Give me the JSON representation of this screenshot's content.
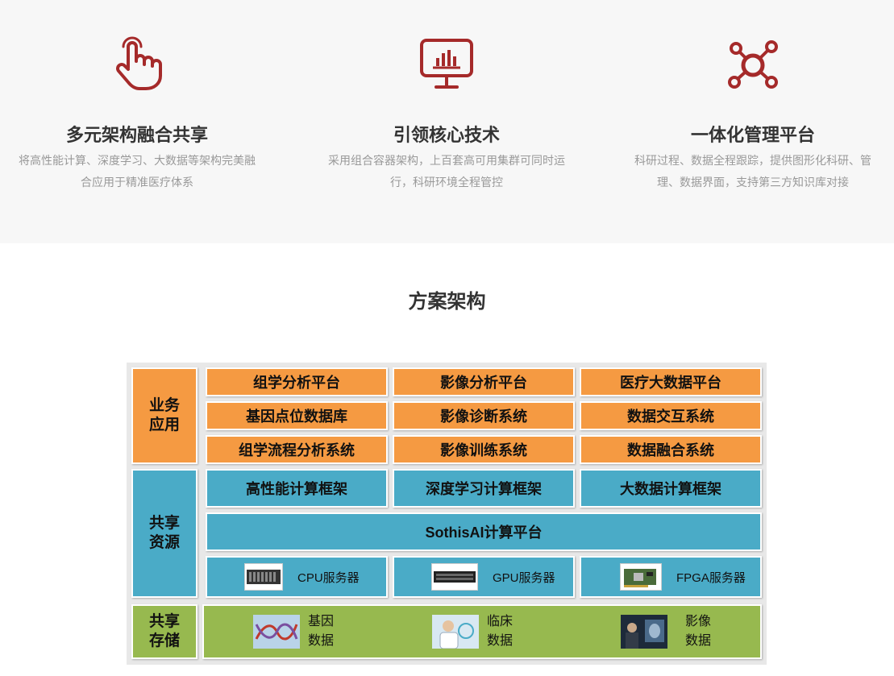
{
  "features": [
    {
      "icon": "hand-pointer-icon",
      "title": "多元架构融合共享",
      "desc_line1": "将高性能计算、深度学习、大数据等架构完美融",
      "desc_line2": "合应用于精准医疗体系"
    },
    {
      "icon": "monitor-chart-icon",
      "title": "引领核心技术",
      "desc_line1": "采用组合容器架构，上百套高可用集群可同时运",
      "desc_line2": "行，科研环境全程管控"
    },
    {
      "icon": "network-nodes-icon",
      "title": "一体化管理平台",
      "desc_line1": "科研过程、数据全程跟踪，提供图形化科研、管",
      "desc_line2": "理、数据界面，支持第三方知识库对接"
    }
  ],
  "section_title": "方案架构",
  "colors": {
    "accent": "#a52a2a",
    "orange": "#f59a42",
    "blue": "#4aabc7",
    "green": "#97b94f"
  },
  "architecture": {
    "business": {
      "label_line1": "业务",
      "label_line2": "应用",
      "modules": [
        "组学分析平台",
        "影像分析平台",
        "医疗大数据平台",
        "基因点位数据库",
        "影像诊断系统",
        "数据交互系统",
        "组学流程分析系统",
        "影像训练系统",
        "数据融合系统"
      ]
    },
    "shared_resources": {
      "label_line1": "共享",
      "label_line2": "资源",
      "frameworks": [
        "高性能计算框架",
        "深度学习计算框架",
        "大数据计算框架"
      ],
      "platform": "SothisAI计算平台",
      "servers": [
        "CPU服务器",
        "GPU服务器",
        "FPGA服务器"
      ]
    },
    "storage": {
      "label_line1": "共享",
      "label_line2": "存储",
      "items": [
        {
          "line1": "基因",
          "line2": "数据"
        },
        {
          "line1": "临床",
          "line2": "数据"
        },
        {
          "line1": "影像",
          "line2": "数据"
        }
      ]
    }
  }
}
